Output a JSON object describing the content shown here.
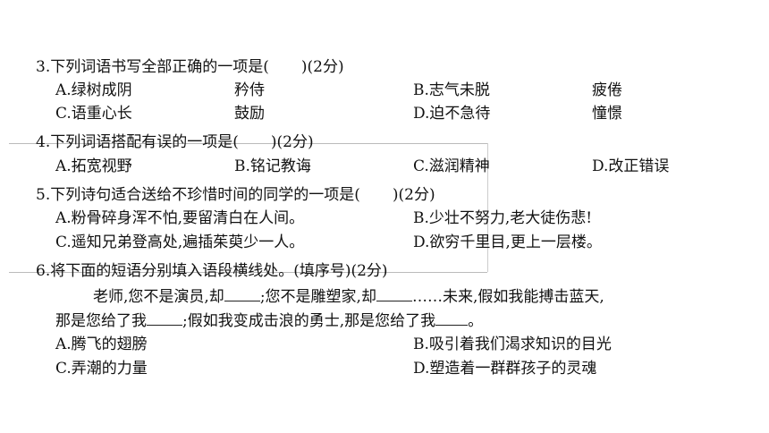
{
  "q3": {
    "stem": "3.下列词语书写全部正确的一项是(",
    "stem_tail": ")(2分)",
    "a": "A.绿树成阴",
    "a2": "矜侍",
    "b": "B.志气未脱",
    "b2": "疲倦",
    "c": "C.语重心长",
    "c2": "鼓励",
    "d": "D.迫不急待",
    "d2": "憧憬"
  },
  "q4": {
    "stem": "4.下列词语搭配有误的一项是(",
    "stem_tail": ")(2分)",
    "a": "A.拓宽视野",
    "b": "B.铭记教诲",
    "c": "C.滋润精神",
    "d": "D.改正错误"
  },
  "q5": {
    "stem": "5.下列诗句适合送给不珍惜时间的同学的一项是(",
    "stem_tail": ")(2分)",
    "a": "A.粉骨碎身浑不怕,要留清白在人间。",
    "b": "B.少壮不努力,老大徒伤悲!",
    "c": "C.遥知兄弟登高处,遍插茱萸少一人。",
    "d": "D.欲穷千里目,更上一层楼。"
  },
  "q6": {
    "stem": "6.将下面的短语分别填入语段横线处。(填序号)(2分)",
    "para1_a": "老师,您不是演员,却",
    "para1_b": ";您不是雕塑家,却",
    "para1_c": "……未来,假如我能搏击蓝天,",
    "para2_a": "那是您给了我",
    "para2_b": ";假如我变成击浪的勇士,那是您给了我",
    "para2_c": "。",
    "a": "A.腾飞的翅膀",
    "b": "B.吸引着我们渴求知识的目光",
    "c": "C.弄潮的力量",
    "d": "D.塑造着一群群孩子的灵魂"
  }
}
